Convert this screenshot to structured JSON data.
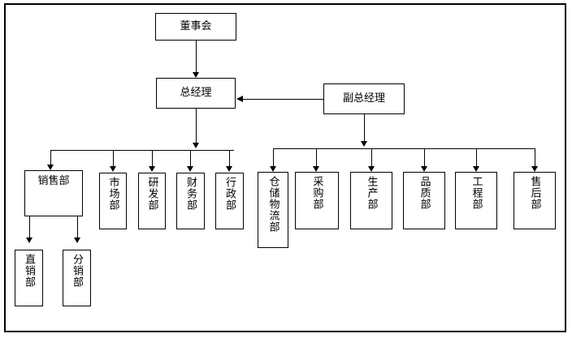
{
  "diagram": {
    "type": "organization-chart",
    "title": "",
    "background_color": "#ffffff",
    "line_color": "#000000",
    "box_fill": "#ffffff",
    "box_border_color": "#000000"
  },
  "nodes": {
    "board": {
      "label": "董事会",
      "orientation": "horizontal"
    },
    "general_manager": {
      "label": "总经理",
      "orientation": "horizontal"
    },
    "deputy_general_manager": {
      "label": "副总经理",
      "orientation": "horizontal"
    },
    "sales": {
      "label": "销售部",
      "orientation": "horizontal"
    },
    "direct_sales": {
      "label": "直销部",
      "orientation": "vertical"
    },
    "distribution_sales": {
      "label": "分销部",
      "orientation": "vertical"
    },
    "marketing": {
      "label": "市场部",
      "orientation": "vertical"
    },
    "rnd": {
      "label": "研发部",
      "orientation": "vertical"
    },
    "finance": {
      "label": "财务部",
      "orientation": "vertical"
    },
    "administration": {
      "label": "行政部",
      "orientation": "vertical"
    },
    "warehouse_logistics": {
      "label": "仓储物流部",
      "orientation": "vertical"
    },
    "purchasing": {
      "label": "采购部",
      "orientation": "vertical"
    },
    "production": {
      "label": "生产部",
      "orientation": "vertical"
    },
    "quality": {
      "label": "品质部",
      "orientation": "vertical"
    },
    "engineering": {
      "label": "工程部",
      "orientation": "vertical"
    },
    "after_sales": {
      "label": "售后部",
      "orientation": "vertical"
    }
  },
  "groups": {
    "general_manager_branch": [
      "销售部",
      "市场部",
      "研发部",
      "财务部",
      "行政部"
    ],
    "deputy_branch": [
      "仓储物流部",
      "采购部",
      "生产部",
      "品质部",
      "工程部",
      "售后部"
    ],
    "sales_subunits": [
      "直销部",
      "分销部"
    ]
  },
  "edges": [
    {
      "from": "董事会",
      "to": "总经理",
      "style": "arrow-down"
    },
    {
      "from": "副总经理",
      "to": "总经理",
      "style": "arrow-left"
    },
    {
      "from": "总经理",
      "to": "销售部",
      "style": "bus-arrow-down"
    },
    {
      "from": "总经理",
      "to": "市场部",
      "style": "bus-arrow-down"
    },
    {
      "from": "总经理",
      "to": "研发部",
      "style": "bus-arrow-down"
    },
    {
      "from": "总经理",
      "to": "财务部",
      "style": "bus-arrow-down"
    },
    {
      "from": "总经理",
      "to": "行政部",
      "style": "bus-arrow-down"
    },
    {
      "from": "副总经理",
      "to": "仓储物流部",
      "style": "bus-arrow-down"
    },
    {
      "from": "副总经理",
      "to": "采购部",
      "style": "bus-arrow-down"
    },
    {
      "from": "副总经理",
      "to": "生产部",
      "style": "bus-arrow-down"
    },
    {
      "from": "副总经理",
      "to": "品质部",
      "style": "bus-arrow-down"
    },
    {
      "from": "副总经理",
      "to": "工程部",
      "style": "bus-arrow-down"
    },
    {
      "from": "副总经理",
      "to": "售后部",
      "style": "bus-arrow-down"
    },
    {
      "from": "销售部",
      "to": "直销部",
      "style": "arrow-down"
    },
    {
      "from": "销售部",
      "to": "分销部",
      "style": "arrow-down"
    }
  ]
}
